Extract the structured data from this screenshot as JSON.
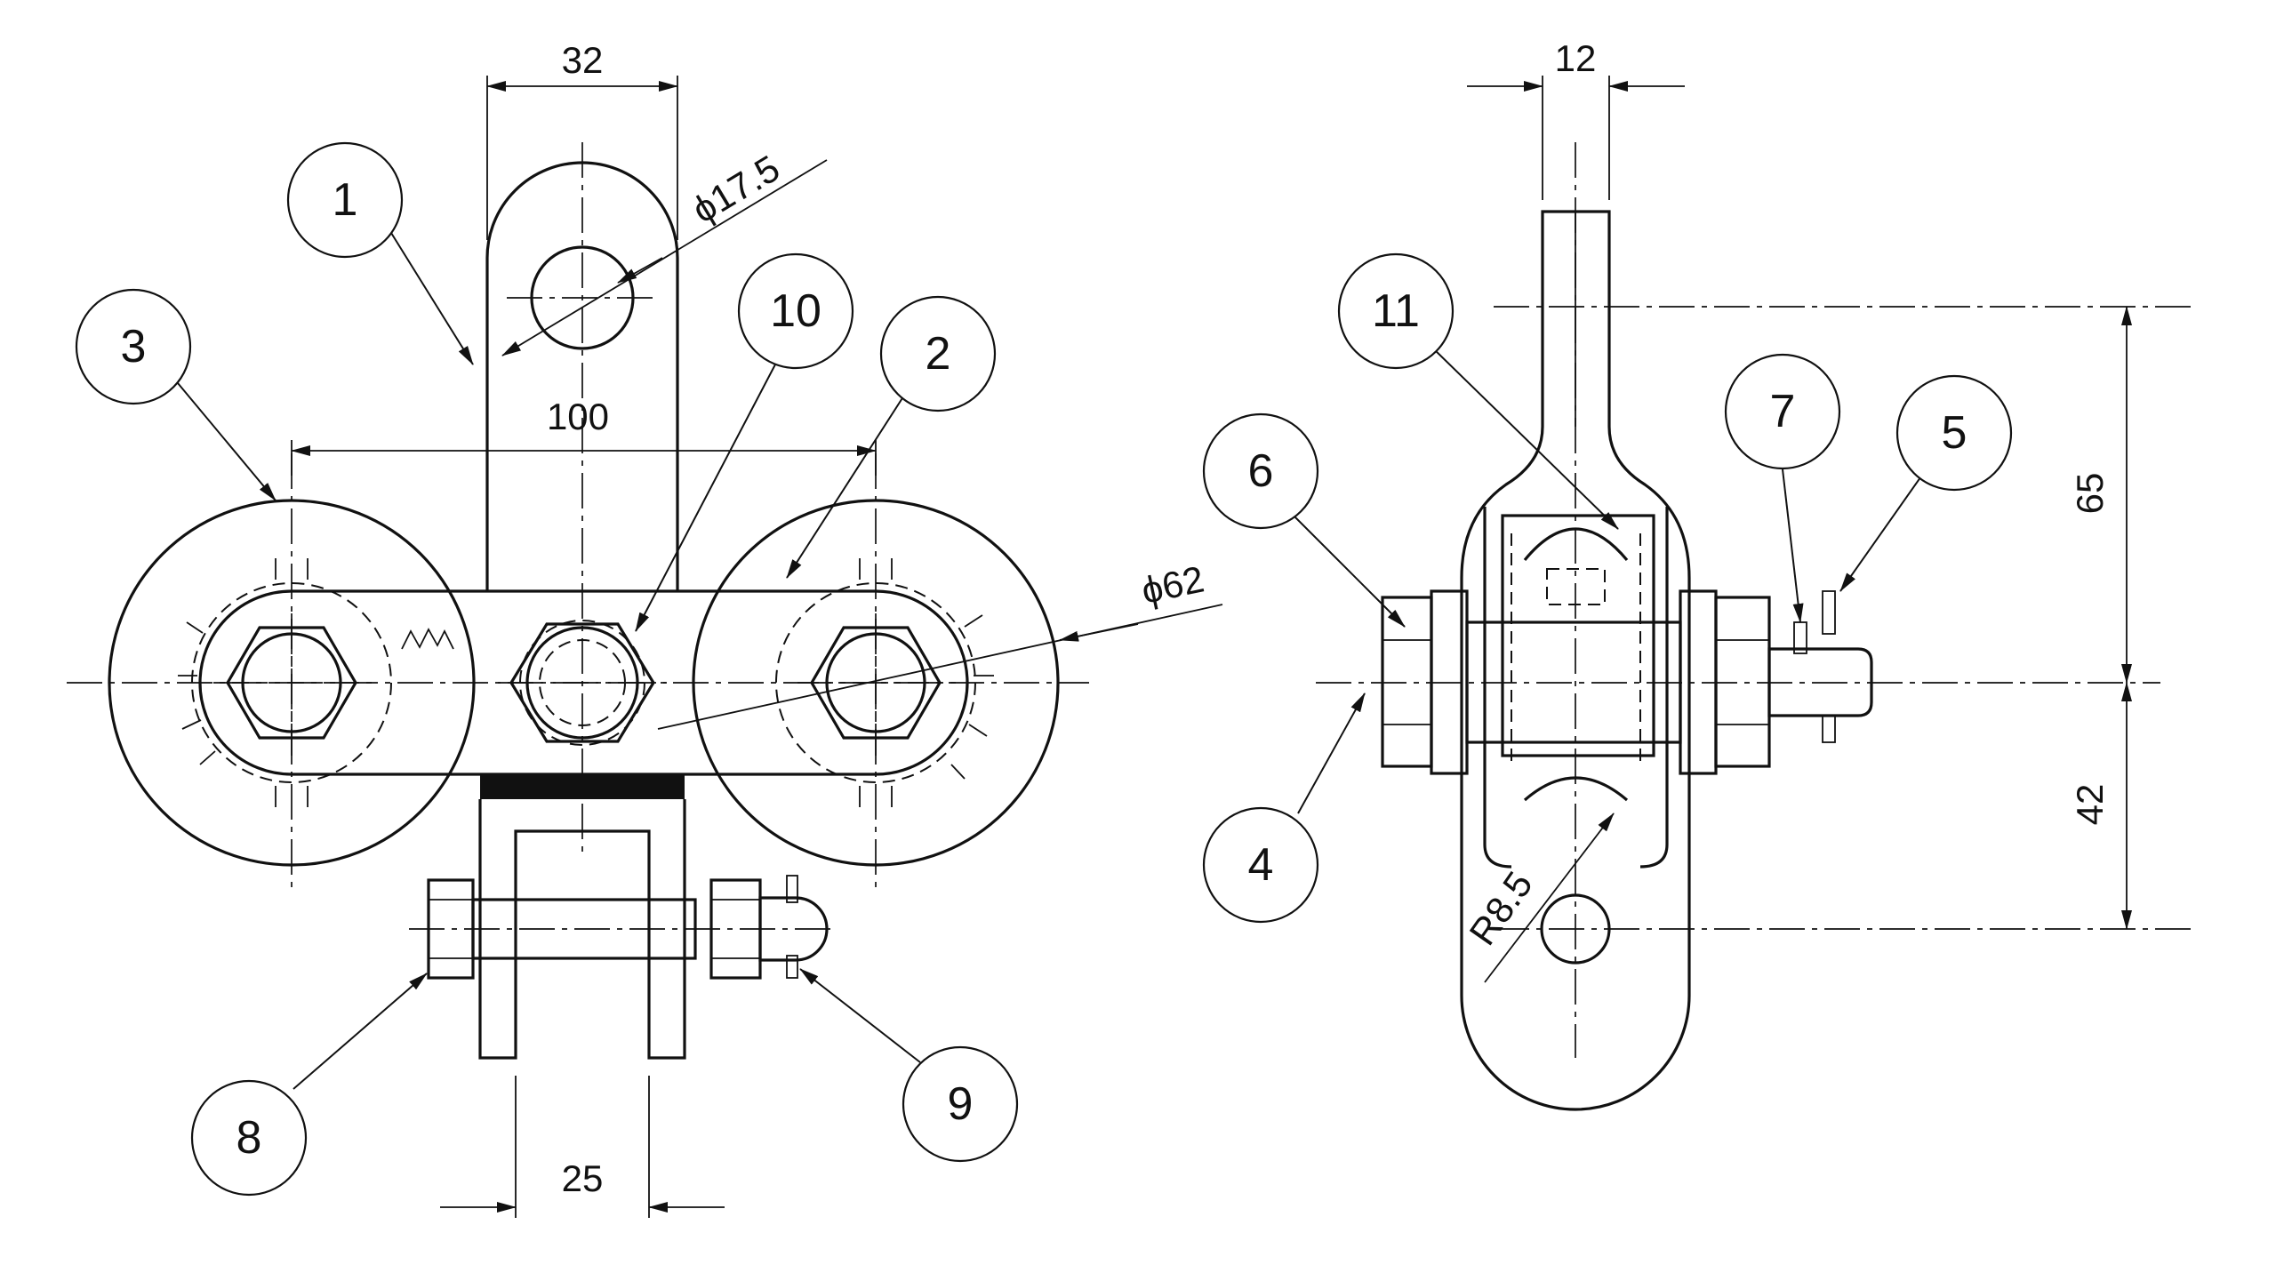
{
  "drawing": {
    "balloons": [
      "1",
      "2",
      "3",
      "4",
      "5",
      "6",
      "7",
      "8",
      "9",
      "10",
      "11"
    ],
    "dimensions": {
      "d32": "32",
      "d17_5": "ϕ17.5",
      "d100": "100",
      "d62": "ϕ62",
      "d25": "25",
      "d12": "12",
      "d65": "65",
      "d42": "42",
      "r8_5": "R8.5"
    }
  }
}
